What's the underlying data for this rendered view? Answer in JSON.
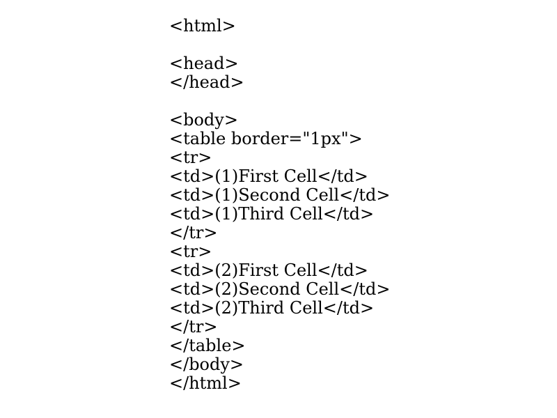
{
  "page": {
    "background_color": "#ffffff",
    "text_color": "#000000"
  },
  "code": {
    "language": "html",
    "lines": [
      "<html>",
      "",
      "<head>",
      "</head>",
      "",
      "<body>",
      "<table border=\"1px\">",
      "<tr>",
      "<td>(1)First Cell</td>",
      "<td>(1)Second Cell</td>",
      "<td>(1)Third Cell</td>",
      "</tr>",
      "<tr>",
      "<td>(2)First Cell</td>",
      "<td>(2)Second Cell</td>",
      "<td>(2)Third Cell</td>",
      "</tr>",
      "</table>",
      "</body>",
      "</html>"
    ]
  }
}
